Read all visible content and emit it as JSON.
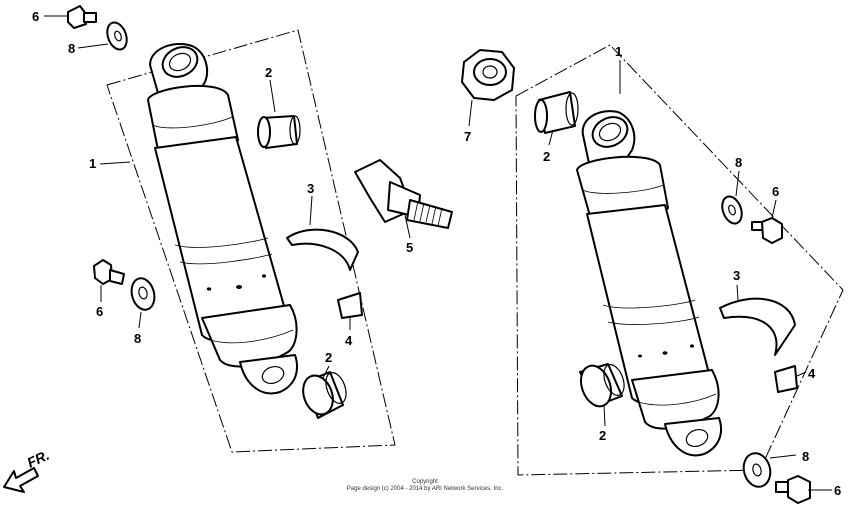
{
  "diagram": {
    "callouts": {
      "left_shock": "1",
      "left_bushing_top": "2",
      "left_bushing_bottom": "2",
      "left_band": "3",
      "left_label": "4",
      "stud_bolt": "5",
      "left_bolt_top": "6",
      "left_bolt_bottom": "6",
      "left_washer_top": "8",
      "left_washer_bottom": "8",
      "nut": "7",
      "right_shock": "1",
      "right_bushing_top": "2",
      "right_bushing_bottom": "2",
      "right_band": "3",
      "right_label": "4",
      "right_bolt_top": "6",
      "right_bolt_bottom": "6",
      "right_washer_top": "8",
      "right_washer_bottom": "8"
    },
    "front_arrow_label": "FR.",
    "copyright_line1": "Copyright",
    "copyright_line2": "Page design (c) 2004 - 2014 by ARI Network Services, Inc."
  }
}
